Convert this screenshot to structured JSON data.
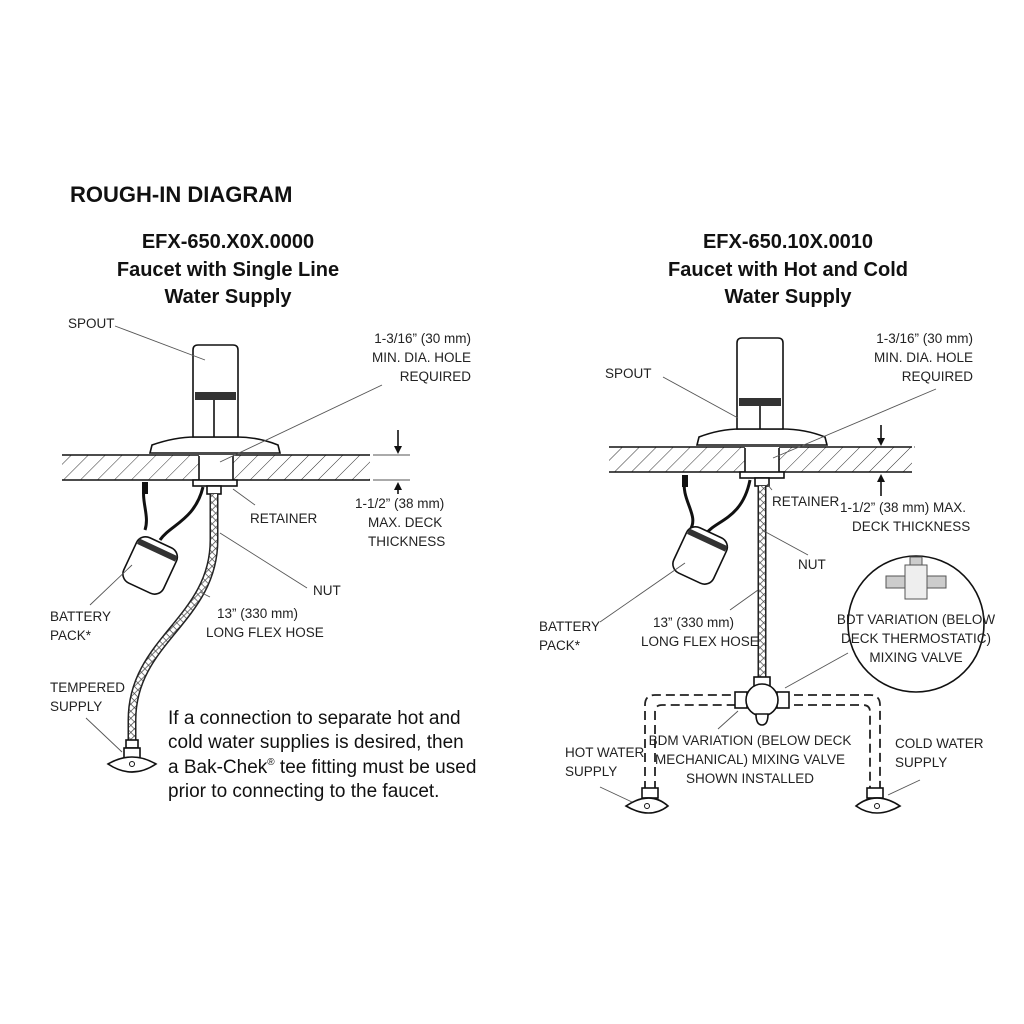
{
  "title": "ROUGH-IN DIAGRAM",
  "left": {
    "model": "EFX-650.X0X.0000",
    "subtitle_lines": [
      "Faucet with Single Line",
      "Water Supply"
    ],
    "labels": {
      "spout": "SPOUT",
      "hole": [
        "1-3/16” (30 mm)",
        "MIN. DIA. HOLE",
        "REQUIRED"
      ],
      "retainer": "RETAINER",
      "deck": [
        "1-1/2” (38 mm)",
        "MAX. DECK",
        "THICKNESS"
      ],
      "nut": "NUT",
      "hose": [
        "13” (330 mm)",
        "LONG FLEX HOSE"
      ],
      "battery": [
        "BATTERY",
        "PACK*"
      ],
      "supply": [
        "TEMPERED",
        "SUPPLY"
      ]
    },
    "note_lines": [
      "If a connection to separate hot and",
      "cold water supplies is desired, then",
      "a Bak-Chek",
      "®",
      " tee fitting must be used",
      "prior to connecting to the faucet."
    ]
  },
  "right": {
    "model": "EFX-650.10X.0010",
    "subtitle_lines": [
      "Faucet with Hot and Cold",
      "Water Supply"
    ],
    "labels": {
      "spout": "SPOUT",
      "hole": [
        "1-3/16” (30 mm)",
        "MIN. DIA. HOLE",
        "REQUIRED"
      ],
      "retainer": "RETAINER",
      "deck": [
        "1-1/2” (38 mm) MAX.",
        "DECK THICKNESS"
      ],
      "nut": "NUT",
      "hose": [
        "13” (330 mm)",
        "LONG FLEX HOSE"
      ],
      "battery": [
        "BATTERY",
        "PACK*"
      ],
      "bdt": [
        "BDT VARIATION (BELOW",
        "DECK THERMOSTATIC)",
        "MIXING VALVE"
      ],
      "bdm": [
        "BDM VARIATION (BELOW DECK",
        "MECHANICAL) MIXING VALVE",
        "SHOWN INSTALLED"
      ],
      "hot": [
        "HOT WATER",
        "SUPPLY"
      ],
      "cold": [
        "COLD WATER",
        "SUPPLY"
      ]
    }
  }
}
